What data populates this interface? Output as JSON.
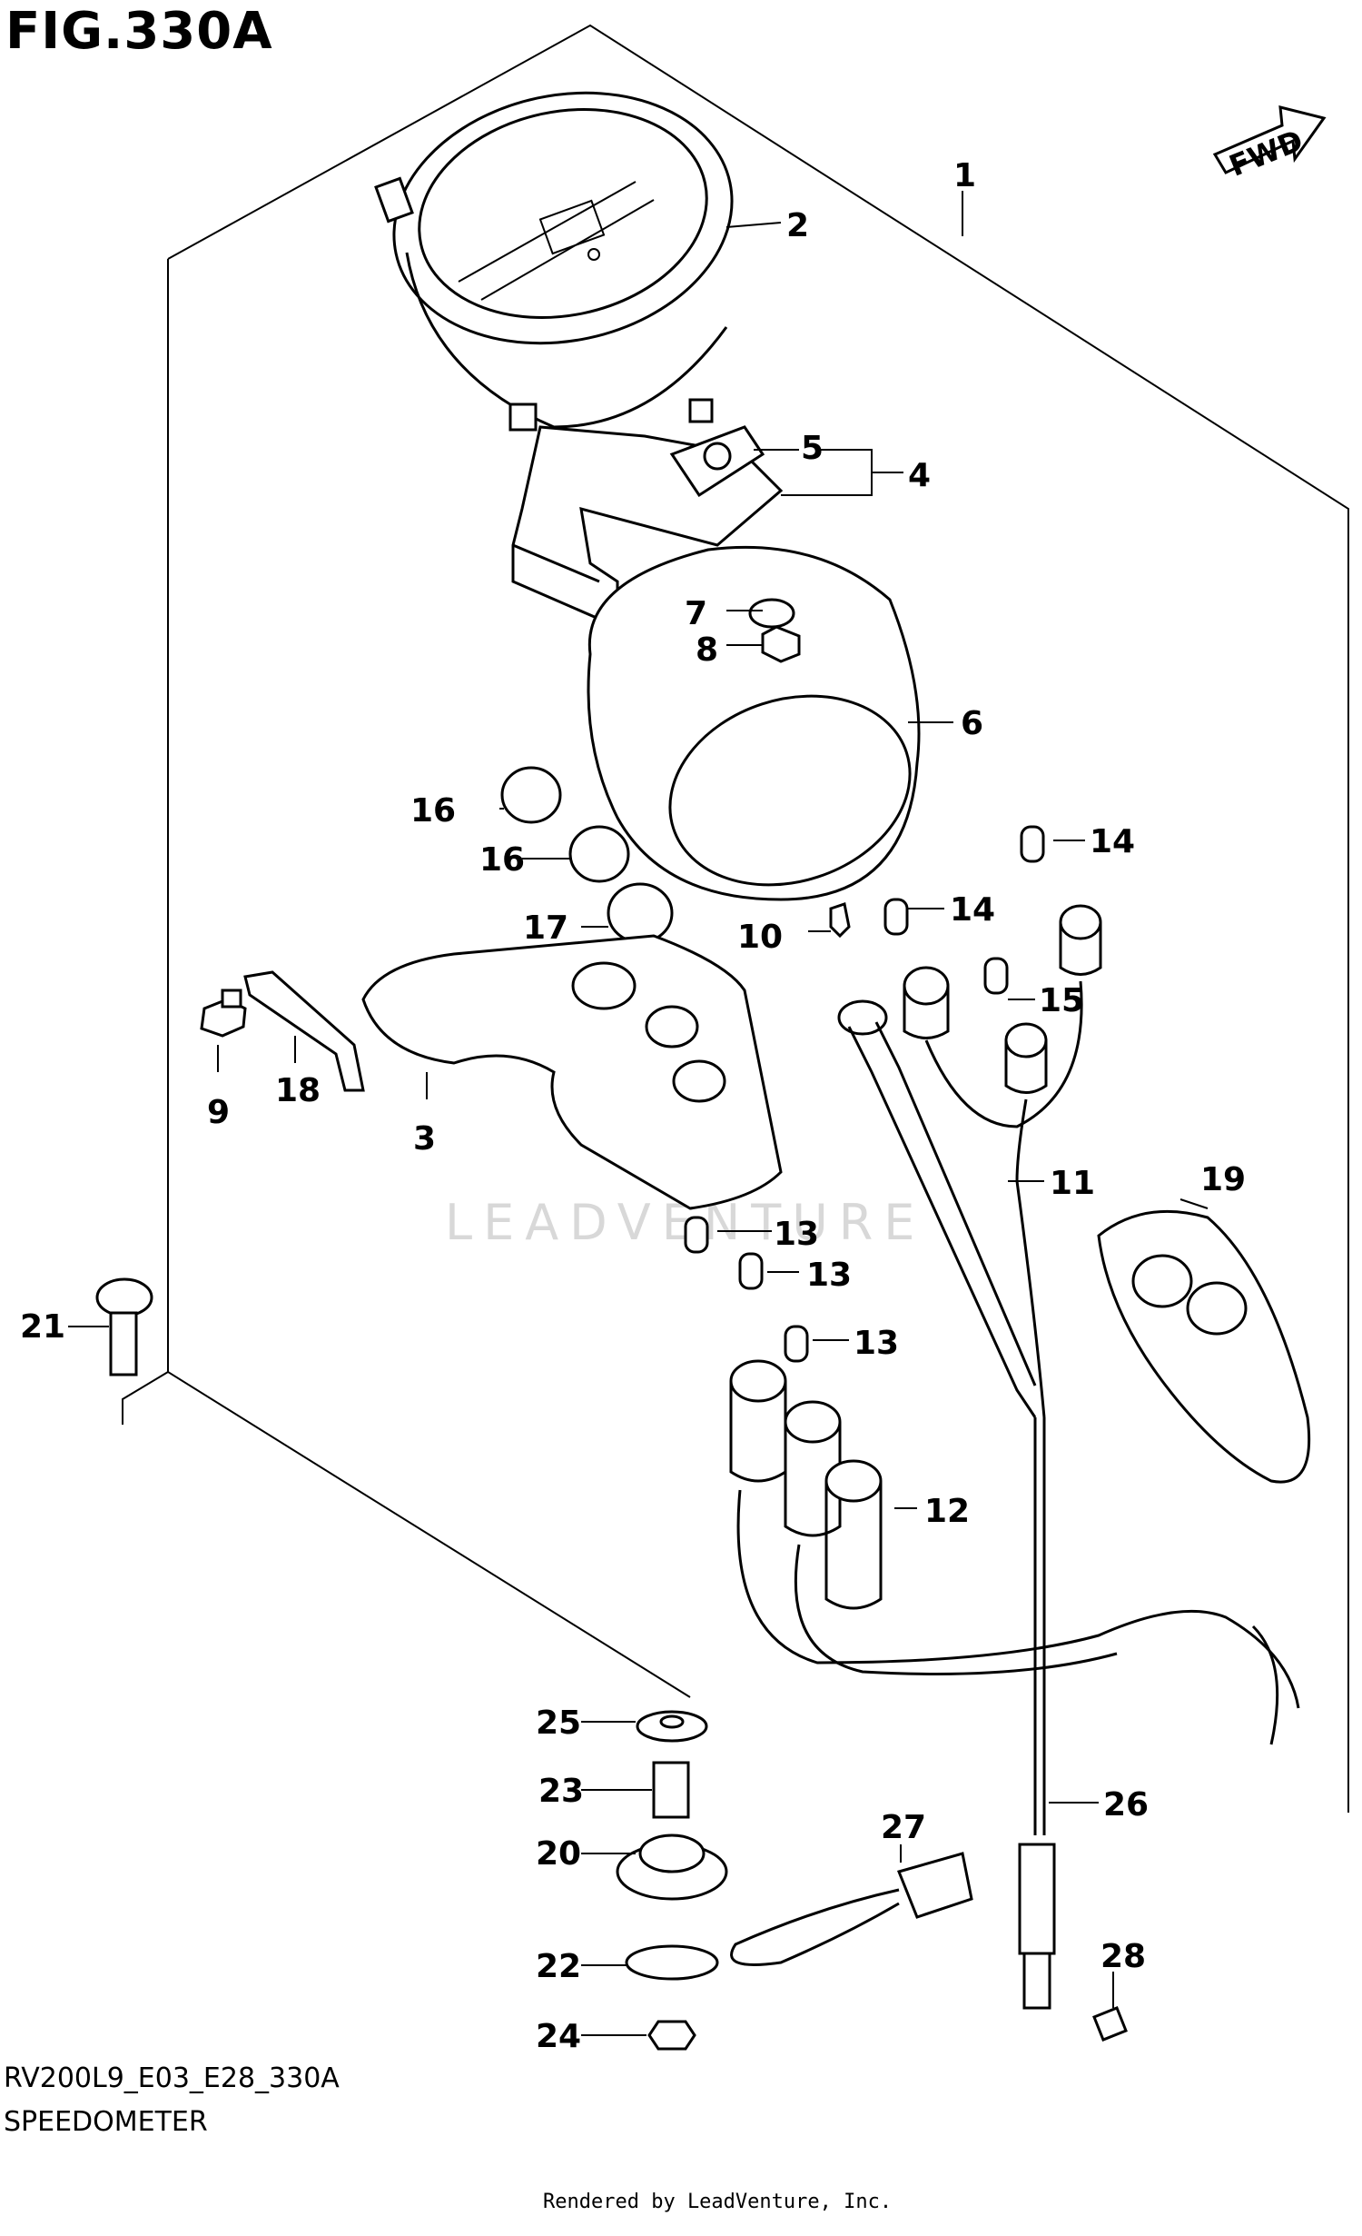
{
  "header": {
    "figure_title": "FIG.330A"
  },
  "fwd_badge": {
    "label": "FWD"
  },
  "watermark": {
    "text": "LEADVENTURE"
  },
  "footer": {
    "model_code": "RV200L9_E03_E28_330A",
    "section_name": "SPEEDOMETER",
    "rendered_by": "Rendered by LeadVenture, Inc."
  },
  "callouts": [
    "1",
    "2",
    "3",
    "4",
    "5",
    "6",
    "7",
    "8",
    "9",
    "10",
    "11",
    "12",
    "13",
    "13",
    "13",
    "14",
    "14",
    "15",
    "16",
    "16",
    "17",
    "18",
    "19",
    "20",
    "21",
    "22",
    "23",
    "24",
    "25",
    "26",
    "27",
    "28"
  ]
}
